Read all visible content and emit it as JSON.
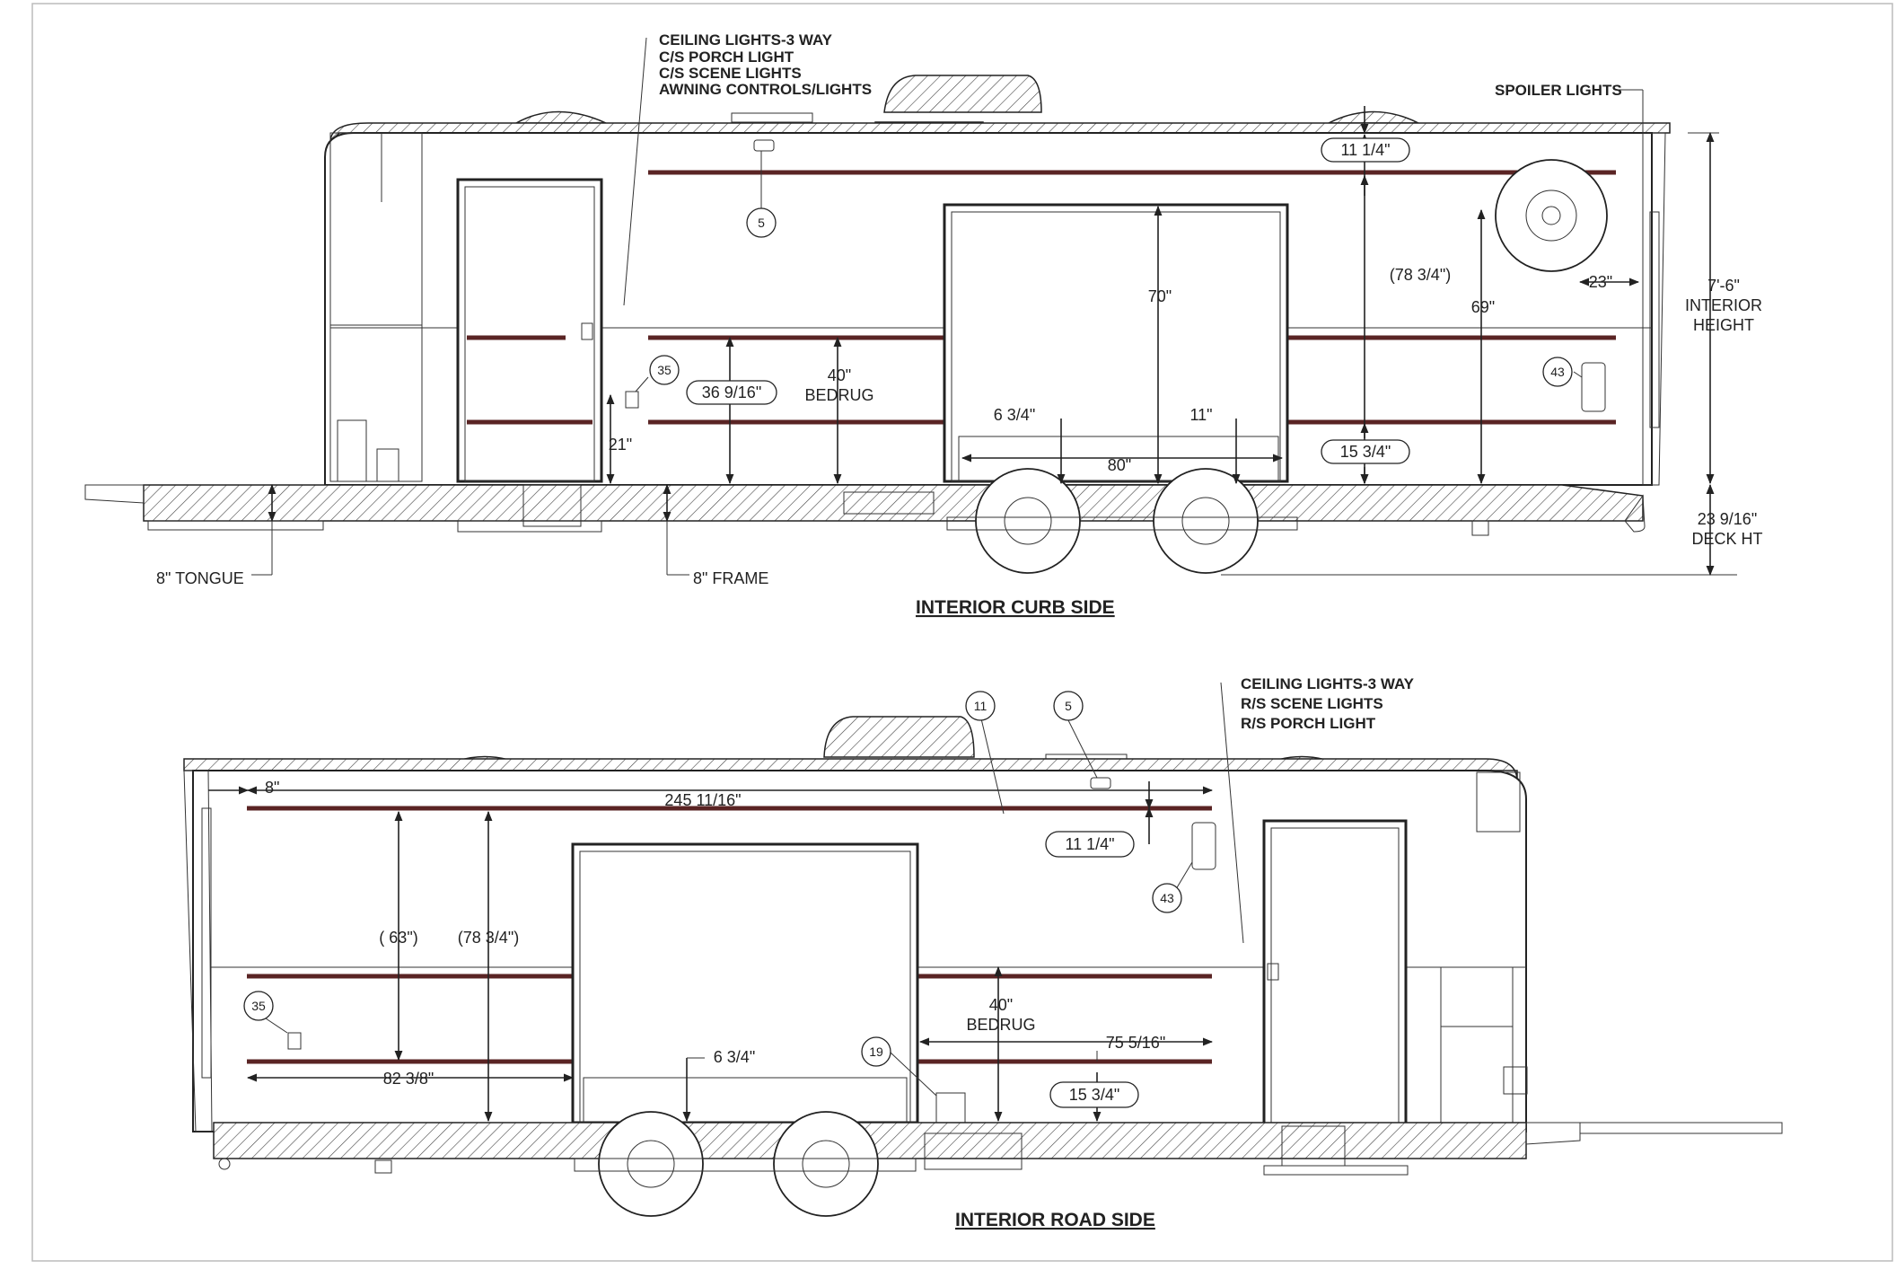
{
  "drawing": {
    "curb": {
      "title": "INTERIOR CURB SIDE",
      "notes": [
        "CEILING LIGHTS-3 WAY",
        "C/S PORCH LIGHT",
        "C/S SCENE LIGHTS",
        "AWNING CONTROLS/LIGHTS"
      ],
      "spoiler": "SPOILER LIGHTS",
      "dims": {
        "d_11_1_4": "11 1/4\"",
        "d_78_3_4": "(78 3/4\")",
        "d_70": "70\"",
        "d_69": "69\"",
        "d_23": "23\"",
        "d_int_h1": "7'-6\"",
        "d_int_h2": "INTERIOR",
        "d_int_h3": "HEIGHT",
        "d_36": "36 9/16\"",
        "d_40a": "40\"",
        "d_40b": "BEDRUG",
        "d_21": "21\"",
        "d_6_3_4": "6 3/4\"",
        "d_11": "11\"",
        "d_80": "80\"",
        "d_15_3_4": "15 3/4\"",
        "d_tongue": "8\" TONGUE",
        "d_frame": "8\" FRAME",
        "d_deck1": "23 9/16\"",
        "d_deck2": "DECK HT"
      },
      "callouts": [
        "5",
        "35",
        "43"
      ]
    },
    "road": {
      "title": "INTERIOR ROAD SIDE",
      "notes": [
        "CEILING LIGHTS-3 WAY",
        "R/S SCENE LIGHTS",
        "R/S PORCH LIGHT"
      ],
      "dims": {
        "d_8": "8\"",
        "d_245": "245 11/16\"",
        "d_11_1_4": "11 1/4\"",
        "d_63": "( 63\")",
        "d_78_3_4": "(78 3/4\")",
        "d_40a": "40\"",
        "d_40b": "BEDRUG",
        "d_75": "75 5/16\"",
        "d_6_3_4": "6 3/4\"",
        "d_82": "82 3/8\"",
        "d_15_3_4": "15 3/4\""
      },
      "callouts": [
        "11",
        "5",
        "43",
        "35",
        "19"
      ]
    }
  }
}
